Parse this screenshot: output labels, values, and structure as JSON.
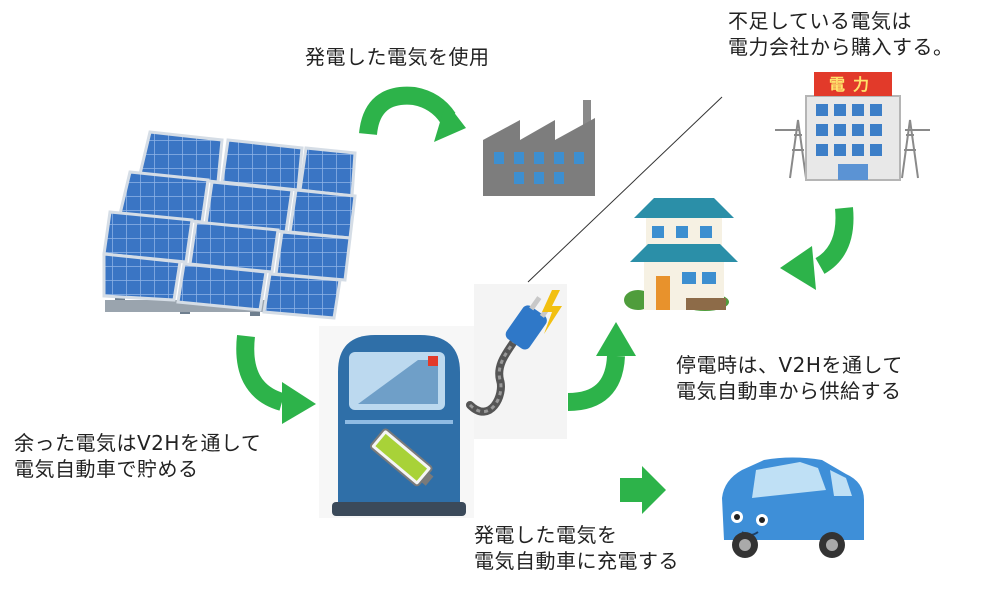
{
  "labels": {
    "use_generated": "発電した電気を使用",
    "buy_shortage_line1": "不足している電気は",
    "buy_shortage_line2": "電力会社から購入する。",
    "power_company_sign": "電力",
    "outage_supply_line1": "停電時は、V2Hを通して",
    "outage_supply_line2": "電気自動車から供給する",
    "surplus_store_line1": "余った電気はV2Hを通して",
    "surplus_store_line2": "電気自動車で貯める",
    "charge_ev_line1": "発電した電気を",
    "charge_ev_line2": "電気自動車に充電する"
  },
  "colors": {
    "arrow_green": "#2db34a",
    "solar_blue": "#3a75c4",
    "factory_gray": "#7d7d7d",
    "v2h_blue": "#2f6fa8",
    "car_blue": "#3e8fd8",
    "house_roof": "#2b8fa8",
    "power_sign_red": "#e23a2a",
    "battery_green": "#a8d238"
  },
  "icons": [
    "solar-panel-array-icon",
    "factory-icon",
    "power-company-building-icon",
    "house-icon",
    "v2h-charger-icon",
    "power-plug-icon",
    "electric-car-icon"
  ]
}
